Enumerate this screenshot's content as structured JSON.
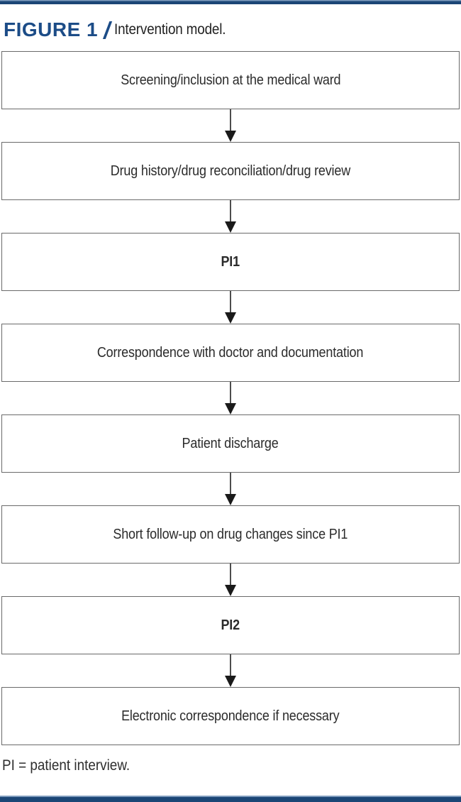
{
  "header": {
    "figure_label": "FIGURE 1",
    "separator": "/",
    "figure_title": "Intervention model."
  },
  "flowchart": {
    "steps": [
      {
        "label": "Screening/inclusion at the medical ward",
        "emphasis": false
      },
      {
        "label": "Drug history/drug reconciliation/drug review",
        "emphasis": false
      },
      {
        "label": "PI1",
        "emphasis": true
      },
      {
        "label": "Correspondence with doctor and documentation",
        "emphasis": false
      },
      {
        "label": "Patient discharge",
        "emphasis": false
      },
      {
        "label": "Short follow-up on drug changes since PI1",
        "emphasis": false
      },
      {
        "label": "PI2",
        "emphasis": true
      },
      {
        "label": "Electronic correspondence if necessary",
        "emphasis": false
      }
    ]
  },
  "footer": {
    "note": "PI = patient interview."
  },
  "colors": {
    "accent_navy": "#1b4676",
    "accent_navy_light_edge": "#7f9cbd",
    "figure_label_blue": "#1c4c87",
    "box_border_gray": "#6a6a6a",
    "text_dark": "#2b2b2b",
    "arrow_black": "#1a1a1a"
  }
}
